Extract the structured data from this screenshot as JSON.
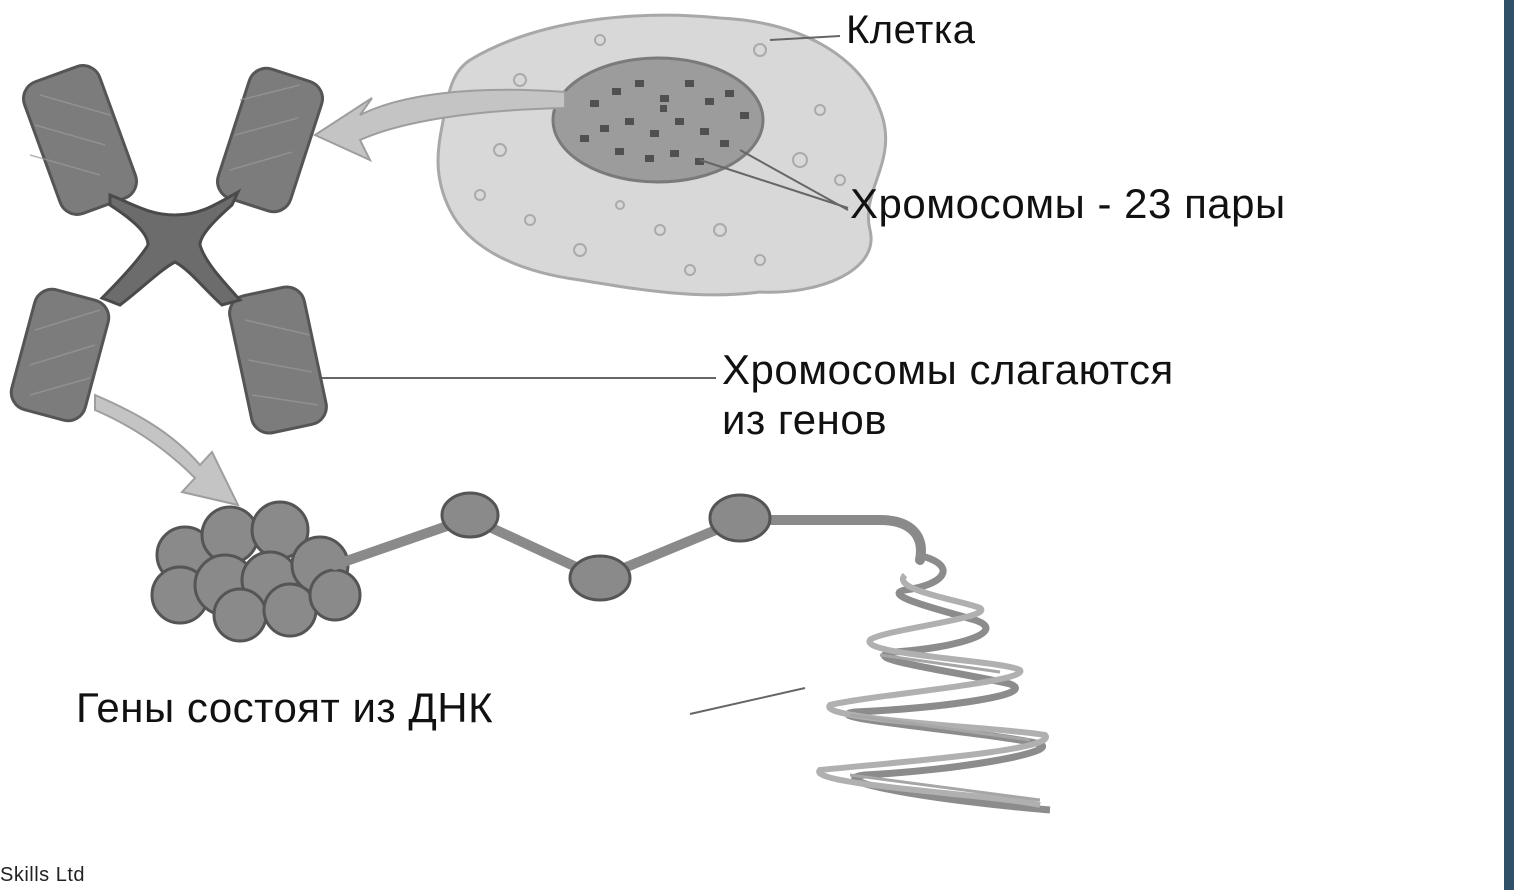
{
  "labels": {
    "cell": "Клетка",
    "chromosomes": "Хромосомы - 23 пары",
    "genes_line1": "Хромосомы слагаются",
    "genes_line2": "из генов",
    "dna": "Гены состоят из ДНК",
    "credit": "Skills Ltd"
  },
  "colors": {
    "accent_bar": "#2f5066",
    "cell_fill": "#d6d6d6",
    "nucleus_fill": "#9a9a9a",
    "chromosome": "#7a7a7a",
    "arrow": "#bdbdbd",
    "dna": "#8c8c8c"
  }
}
